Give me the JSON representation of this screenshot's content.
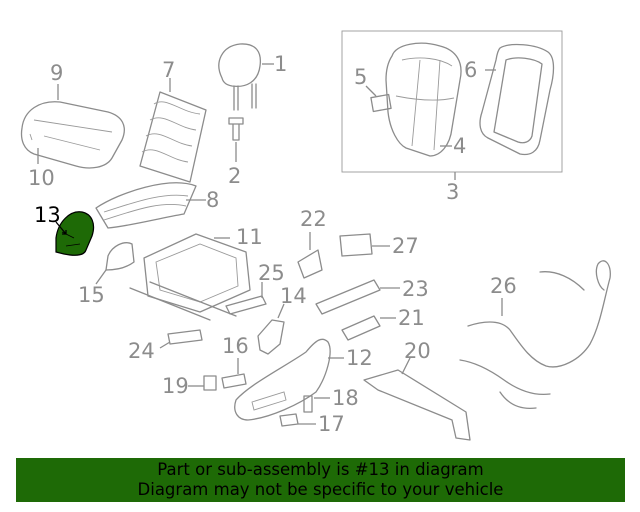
{
  "diagram": {
    "callouts": [
      {
        "id": "c1",
        "label": "1"
      },
      {
        "id": "c2",
        "label": "2"
      },
      {
        "id": "c3",
        "label": "3"
      },
      {
        "id": "c4",
        "label": "4"
      },
      {
        "id": "c5",
        "label": "5"
      },
      {
        "id": "c6",
        "label": "6"
      },
      {
        "id": "c7",
        "label": "7"
      },
      {
        "id": "c8",
        "label": "8"
      },
      {
        "id": "c9",
        "label": "9"
      },
      {
        "id": "c10",
        "label": "10"
      },
      {
        "id": "c11",
        "label": "11"
      },
      {
        "id": "c12",
        "label": "12"
      },
      {
        "id": "c13",
        "label": "13"
      },
      {
        "id": "c14",
        "label": "14"
      },
      {
        "id": "c15",
        "label": "15"
      },
      {
        "id": "c16",
        "label": "16"
      },
      {
        "id": "c17",
        "label": "17"
      },
      {
        "id": "c18",
        "label": "18"
      },
      {
        "id": "c19",
        "label": "19"
      },
      {
        "id": "c20",
        "label": "20"
      },
      {
        "id": "c21",
        "label": "21"
      },
      {
        "id": "c22",
        "label": "22"
      },
      {
        "id": "c23",
        "label": "23"
      },
      {
        "id": "c24",
        "label": "24"
      },
      {
        "id": "c25",
        "label": "25"
      },
      {
        "id": "c26",
        "label": "26"
      },
      {
        "id": "c27",
        "label": "27"
      }
    ],
    "highlighted_part": "13",
    "highlight_color": "#1e6a06"
  },
  "banner": {
    "line1": "Part or sub-assembly is #13 in diagram",
    "line2": "Diagram may not be specific to your vehicle",
    "background": "#1e6a06"
  }
}
